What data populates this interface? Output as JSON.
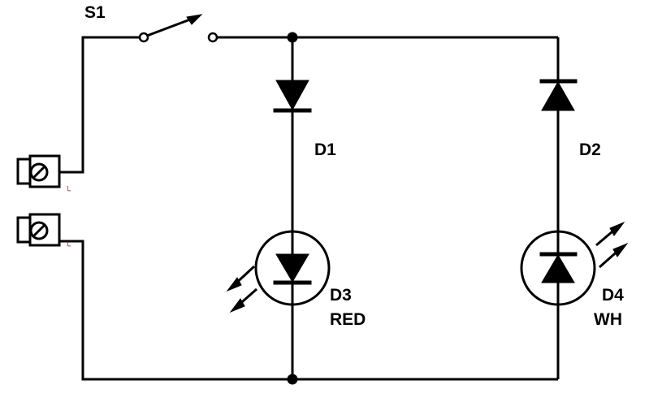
{
  "labels": {
    "switch": "S1",
    "diode1": "D1",
    "diode2": "D2",
    "led3_ref": "D3",
    "led3_color": "RED",
    "led4_ref": "D4",
    "led4_color": "WH",
    "terminal1_mark": "└",
    "terminal2_mark": "└"
  },
  "colors": {
    "ink": "#000000",
    "background": "#ffffff"
  }
}
